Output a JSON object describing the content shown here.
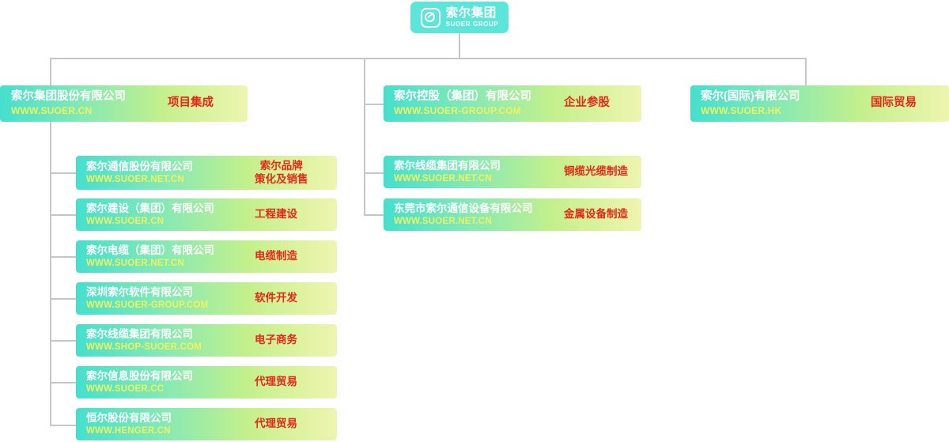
{
  "root": {
    "logo_icon": "suoer-circle-logo-icon",
    "name_cn": "索尔集团",
    "name_en": "SUOER GROUP"
  },
  "branches": [
    {
      "id": "domestic",
      "head": {
        "name": "索尔集团股份有限公司",
        "url": "WWW.SUOER.CN",
        "tag_lines": [
          "项目集成"
        ]
      },
      "children": [
        {
          "name": "索尔通信股份有限公司",
          "url": "WWW.SUOER.NET.CN",
          "tag_lines": [
            "索尔品牌",
            "策化及销售"
          ]
        },
        {
          "name": "索尔建设（集团）有限公司",
          "url": "WWW.SUOER.CN",
          "tag_lines": [
            "工程建设"
          ]
        },
        {
          "name": "索尔电缆（集团）有限公司",
          "url": "WWW.SUOER.NET.CN",
          "tag_lines": [
            "电缆制造"
          ]
        },
        {
          "name": "深圳索尔软件有限公司",
          "url": "WWW.SUOER-GROUP.COM",
          "tag_lines": [
            "软件开发"
          ]
        },
        {
          "name": "索尔线缆集团有限公司",
          "url": "WWW.SHOP-SUOER.COM",
          "tag_lines": [
            "电子商务"
          ]
        },
        {
          "name": "索尔信息股份有限公司",
          "url": "WWW.SUOER.CC",
          "tag_lines": [
            "代理贸易"
          ]
        },
        {
          "name": "恒尔股份有限公司",
          "url": "WWW.HENGER.CN",
          "tag_lines": [
            "代理贸易"
          ]
        }
      ]
    },
    {
      "id": "holding",
      "head": {
        "name": "索尔控股（集团）有限公司",
        "url": "WWW.SUOER-GROUP.COM",
        "tag_lines": [
          "企业参股"
        ]
      },
      "children": [
        {
          "name": "索尔线缆集团有限公司",
          "url": "WWW.SUOER.NET.CN",
          "tag_lines": [
            "铜缆光缆制造"
          ]
        },
        {
          "name": "东莞市索尔通信设备有限公司",
          "url": "WWW.SUOER.NET.CN",
          "tag_lines": [
            "金属设备制造"
          ]
        }
      ]
    },
    {
      "id": "international",
      "head": {
        "name": "索尔(国际)有限公司",
        "url": "WWW.SUOER.HK",
        "tag_lines": [
          "国际贸易"
        ]
      },
      "children": []
    }
  ],
  "colors": {
    "root_fill": "#5CE6DA",
    "gradient_start": "#45DFCE",
    "gradient_end": "#EEF5AF",
    "name_text": "#FFFFFF",
    "url_text": "#F2F25C",
    "tag_text": "#E8271A",
    "connector": "#C6C6C6"
  }
}
